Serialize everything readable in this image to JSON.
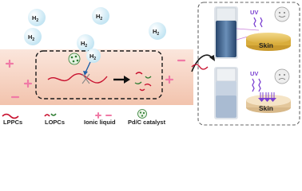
{
  "gas_label": "H",
  "gas_subscript": "2",
  "legend": {
    "item1": "LPPCs",
    "item2": "LOPCs",
    "item3": "Ionic liquid",
    "item4": "Pd/C catalyst"
  },
  "panel": {
    "uv_top": "UV",
    "uv_bottom": "UV",
    "skin_top": "Skin",
    "skin_bottom": "Skin"
  },
  "colors": {
    "liquid": "#f4cdb9",
    "membrane_red": "#c8102e",
    "ionic_pink": "#f07aa6",
    "catalyst_green": "#2e7d32",
    "uv_purple": "#7a3fd1",
    "skin_gold": "#e9c86a",
    "panel_border": "#666666"
  }
}
